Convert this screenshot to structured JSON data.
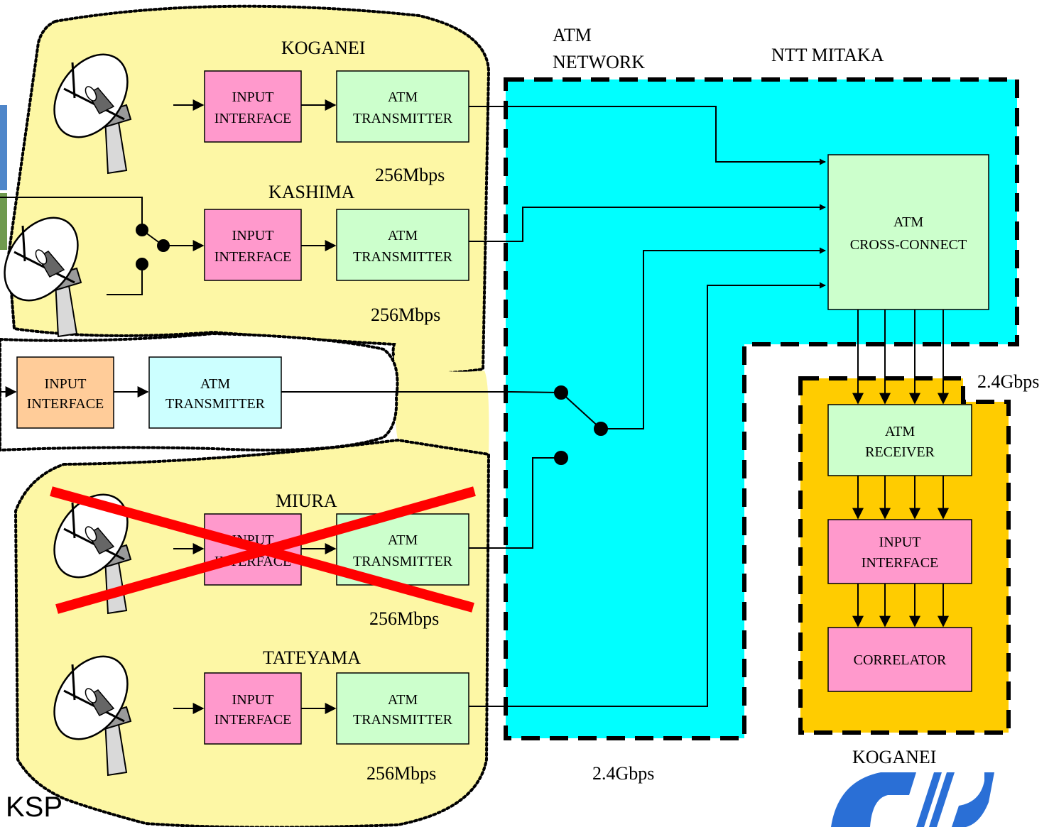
{
  "sites": {
    "koganei": {
      "name": "KOGANEI",
      "rate": "256Mbps"
    },
    "kashima": {
      "name": "KASHIMA",
      "rate": "256Mbps"
    },
    "miura": {
      "name": "MIURA",
      "rate": "256Mbps",
      "status": "disabled"
    },
    "tateyama": {
      "name": "TATEYAMA",
      "rate": "256Mbps"
    },
    "group_label": "KSP"
  },
  "blocks": {
    "input_interface": [
      "INPUT",
      "INTERFACE"
    ],
    "atm_transmitter": [
      "ATM",
      "TRANSMITTER"
    ],
    "atm_cross_connect": [
      "ATM",
      "CROSS-CONNECT"
    ],
    "atm_receiver": [
      "ATM",
      "RECEIVER"
    ],
    "correlator": "CORRELATOR"
  },
  "network": {
    "atm_network": [
      "ATM",
      "NETWORK"
    ],
    "ntt": "NTT MITAKA",
    "network_rate": "2.4Gbps",
    "center_rate": "2.4Gbps",
    "center_site": "KOGANEI"
  },
  "colors": {
    "ksp_region": "#fdf7a5",
    "atm_network": "#00ffff",
    "center_region": "#ffcc00",
    "input_interface": "#ff99cc",
    "atm_block": "#ccffcc",
    "orange_block": "#ffcc99",
    "light_cyan_block": "#ccffff",
    "cross_mark": "#ff0000"
  }
}
